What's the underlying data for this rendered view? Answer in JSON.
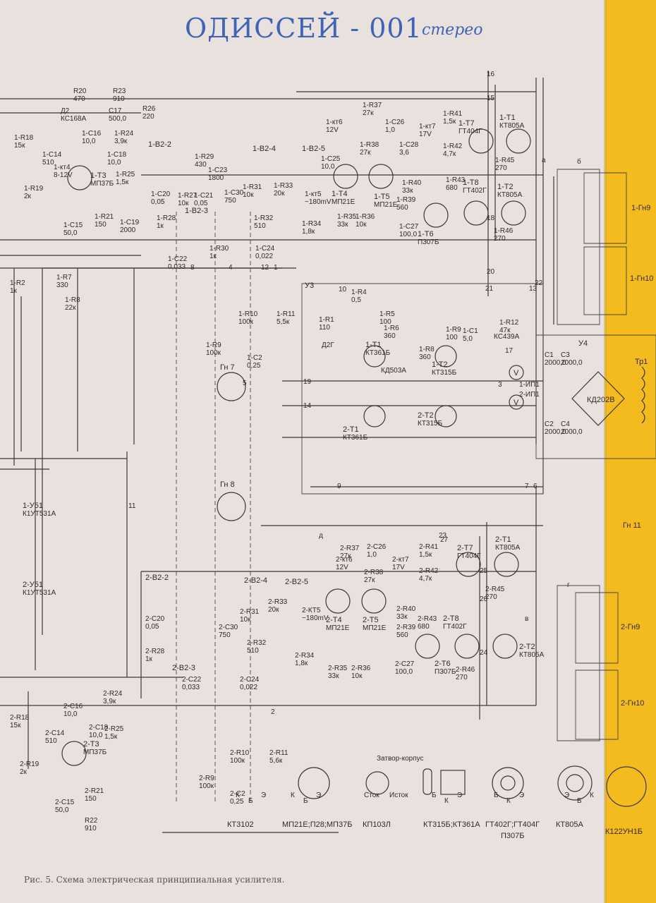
{
  "title": {
    "handwritten": "ОДИССЕЙ - 001",
    "subtitle": "стерео"
  },
  "caption": "Рис. 5. Схема электрическая принципиальная усилителя.",
  "colors": {
    "paper": "#e9e1de",
    "ink": "#3d3737",
    "handwriting": "#3f63b8",
    "edge_strip": "#f4bb1e",
    "frame_blue": "#2c4fa8"
  },
  "nodes": [
    {
      "id": "upper-power-transistor-t1",
      "kind": "transistor",
      "label": "1-Т1",
      "sub": "КТ805А"
    },
    {
      "id": "upper-transistor-t7",
      "kind": "transistor",
      "label": "1-Т7",
      "sub": "ГТ404Г"
    },
    {
      "id": "upper-transistor-t8",
      "kind": "transistor",
      "label": "1-Т8",
      "sub": "ГТ402Г"
    },
    {
      "id": "upper-power-transistor-t2",
      "kind": "transistor",
      "label": "1-Т2",
      "sub": "КТ805А"
    },
    {
      "id": "upper-transistor-t6",
      "kind": "transistor",
      "label": "1-Т6",
      "sub": "П307Б"
    },
    {
      "id": "upper-transistor-t4",
      "kind": "transistor",
      "label": "1-Т4",
      "sub": "МП21Е"
    },
    {
      "id": "upper-transistor-t5",
      "kind": "transistor",
      "label": "1-Т5",
      "sub": "МП21Е"
    },
    {
      "id": "upper-transistor-t3",
      "kind": "transistor",
      "label": "1-Т3",
      "sub": "МП37Б"
    },
    {
      "id": "lower-power-transistor-t1",
      "kind": "transistor",
      "label": "2-Т1",
      "sub": "КТ805А"
    },
    {
      "id": "lower-transistor-t7",
      "kind": "transistor",
      "label": "2-Т7",
      "sub": "ГТ404Г"
    },
    {
      "id": "lower-transistor-t8",
      "kind": "transistor",
      "label": "2-Т8",
      "sub": "ГТ402Г"
    },
    {
      "id": "lower-power-transistor-t2",
      "kind": "transistor",
      "label": "2-Т2",
      "sub": "КТ805А"
    },
    {
      "id": "lower-transistor-t6",
      "kind": "transistor",
      "label": "2-Т6",
      "sub": "П307Б"
    },
    {
      "id": "lower-transistor-t4",
      "kind": "transistor",
      "label": "2-Т4",
      "sub": "МП21Е"
    },
    {
      "id": "lower-transistor-t5",
      "kind": "transistor",
      "label": "2-Т5",
      "sub": "МП21Е"
    },
    {
      "id": "lower-transistor-t3",
      "kind": "transistor",
      "label": "2-Т3",
      "sub": "МП37Б"
    },
    {
      "id": "u3-t1",
      "kind": "transistor",
      "label": "1-Т1",
      "sub": "КТ361Б"
    },
    {
      "id": "u3-t2",
      "kind": "transistor",
      "label": "1-Т2",
      "sub": "КТ315Б"
    },
    {
      "id": "u3-2t1",
      "kind": "transistor",
      "label": "2-Т1",
      "sub": "КТ361Б"
    },
    {
      "id": "u3-2t2",
      "kind": "transistor",
      "label": "2-Т2",
      "sub": "КТ315Б"
    },
    {
      "id": "jack-1-gn9",
      "kind": "connector",
      "label": "1-Гн9"
    },
    {
      "id": "jack-1-gn10",
      "kind": "connector",
      "label": "1-Гн10"
    },
    {
      "id": "jack-2-gn9",
      "kind": "connector",
      "label": "2-Гн9"
    },
    {
      "id": "jack-2-gn10",
      "kind": "connector",
      "label": "2-Гн10"
    },
    {
      "id": "jack-gn11",
      "kind": "connector",
      "label": "Гн 11"
    },
    {
      "id": "din-gn7",
      "kind": "connector",
      "label": "Гн 7"
    },
    {
      "id": "din-gn8",
      "kind": "connector",
      "label": "Гн 8"
    },
    {
      "id": "u3-block",
      "kind": "block",
      "label": "У3"
    },
    {
      "id": "u4-block",
      "kind": "block",
      "label": "У4"
    },
    {
      "id": "transformer-tr1",
      "kind": "transformer",
      "label": "Тр1"
    },
    {
      "id": "rectifier-bridge",
      "kind": "diode",
      "label": "КД202В"
    },
    {
      "id": "ic-k1ut531a-1",
      "kind": "ic",
      "label": "1-У51",
      "sub": "К1УТ531А"
    },
    {
      "id": "ic-k1ut531a-2",
      "kind": "ic",
      "label": "2-У51",
      "sub": "К1УТ531А"
    }
  ],
  "component_labels": [
    {
      "id": "r20",
      "ref": "R20",
      "value": "470"
    },
    {
      "id": "r23",
      "ref": "R23",
      "value": "910"
    },
    {
      "id": "r26",
      "ref": "R26",
      "value": "220"
    },
    {
      "id": "c17",
      "ref": "C17",
      "value": "500,0"
    },
    {
      "id": "d2",
      "ref": "Д2",
      "value": "КС168А"
    },
    {
      "id": "r37",
      "ref": "1-R37",
      "value": "27к"
    },
    {
      "id": "r38",
      "ref": "1-R38",
      "value": "27к"
    },
    {
      "id": "c26",
      "ref": "1-С26",
      "value": "1,0"
    },
    {
      "id": "c28",
      "ref": "1-С28",
      "value": "3,6"
    },
    {
      "id": "r41",
      "ref": "1-R41",
      "value": "1,5к"
    },
    {
      "id": "r42",
      "ref": "1-R42",
      "value": "4,7к"
    },
    {
      "id": "r43",
      "ref": "1-R43",
      "value": "680"
    },
    {
      "id": "r45",
      "ref": "1-R45",
      "value": "270"
    },
    {
      "id": "r46",
      "ref": "1-R46",
      "value": "270"
    },
    {
      "id": "r40",
      "ref": "1-R40",
      "value": "33к"
    },
    {
      "id": "r39",
      "ref": "1-R39",
      "value": "560"
    },
    {
      "id": "c27",
      "ref": "1-С27",
      "value": "100,0"
    },
    {
      "id": "c25",
      "ref": "1-С25",
      "value": "10,0"
    },
    {
      "id": "r35",
      "ref": "1-R35",
      "value": "33к"
    },
    {
      "id": "r36",
      "ref": "1-R36",
      "value": "10к"
    },
    {
      "id": "r34",
      "ref": "1-R34",
      "value": "1,8к"
    },
    {
      "id": "r32",
      "ref": "1-R32",
      "value": "510"
    },
    {
      "id": "r31",
      "ref": "1-R31",
      "value": "10к"
    },
    {
      "id": "r33",
      "ref": "1-R33",
      "value": "20к"
    },
    {
      "id": "r29",
      "ref": "1-R29",
      "value": "430"
    },
    {
      "id": "c23",
      "ref": "1-С23",
      "value": "1800"
    },
    {
      "id": "c30",
      "ref": "1-С30",
      "value": "750"
    },
    {
      "id": "c21",
      "ref": "1-С21",
      "value": "0,05"
    },
    {
      "id": "r27",
      "ref": "1-R27",
      "value": "10к"
    },
    {
      "id": "c20",
      "ref": "1-С20",
      "value": "0,05"
    },
    {
      "id": "r28",
      "ref": "1-R28",
      "value": "1к"
    },
    {
      "id": "c22",
      "ref": "1-С22",
      "value": "0,033"
    },
    {
      "id": "c24",
      "ref": "1-С24",
      "value": "0,022"
    },
    {
      "id": "r30",
      "ref": "1-R30",
      "value": "1к"
    },
    {
      "id": "r18",
      "ref": "1-R18",
      "value": "15к"
    },
    {
      "id": "r19",
      "ref": "1-R19",
      "value": "2к"
    },
    {
      "id": "r21",
      "ref": "1-R21",
      "value": "150"
    },
    {
      "id": "r24",
      "ref": "1-R24",
      "value": "3,9к"
    },
    {
      "id": "r25",
      "ref": "1-R25",
      "value": "1,5к"
    },
    {
      "id": "c14",
      "ref": "1-С14",
      "value": "510"
    },
    {
      "id": "c15",
      "ref": "1-С15",
      "value": "50,0"
    },
    {
      "id": "c16",
      "ref": "1-С16",
      "value": "10,0"
    },
    {
      "id": "c18",
      "ref": "1-С18",
      "value": "10,0"
    },
    {
      "id": "c19",
      "ref": "1-С19",
      "value": "2000"
    },
    {
      "id": "r2",
      "ref": "1-R2",
      "value": "1к"
    },
    {
      "id": "r7",
      "ref": "1-R7",
      "value": "330"
    },
    {
      "id": "r8",
      "ref": "1-R8",
      "value": "22к"
    },
    {
      "id": "r9",
      "ref": "1-R9",
      "value": "100к"
    },
    {
      "id": "r10",
      "ref": "1-R10",
      "value": "100к"
    },
    {
      "id": "r11",
      "ref": "1-R11",
      "value": "5,5к"
    },
    {
      "id": "c2",
      "ref": "1-С2",
      "value": "0,25"
    },
    {
      "id": "u3-r4",
      "ref": "1-R4",
      "value": "0,5"
    },
    {
      "id": "u3-r1",
      "ref": "1-R1",
      "value": "110"
    },
    {
      "id": "u3-r5",
      "ref": "1-R5",
      "value": "100"
    },
    {
      "id": "u3-r6",
      "ref": "1-R6",
      "value": "360"
    },
    {
      "id": "u3-r8",
      "ref": "1-R8",
      "value": "360"
    },
    {
      "id": "u3-r9",
      "ref": "1-R9",
      "value": "100"
    },
    {
      "id": "u3-r12",
      "ref": "1-R12",
      "value": "47к"
    },
    {
      "id": "u3-c1",
      "ref": "1-С1",
      "value": "5,0"
    },
    {
      "id": "u4-c1",
      "ref": "С1",
      "value": "2000,0"
    },
    {
      "id": "u4-c2",
      "ref": "С2",
      "value": "2000,0"
    },
    {
      "id": "u4-c3",
      "ref": "С3",
      "value": "2000,0"
    },
    {
      "id": "u4-c4",
      "ref": "С4",
      "value": "2000,0"
    },
    {
      "id": "lower-r22",
      "ref": "R22",
      "value": "910"
    },
    {
      "id": "lower-r21",
      "ref": "2-R21",
      "value": "150"
    },
    {
      "id": "lower-c15",
      "ref": "2-С15",
      "value": "50,0"
    },
    {
      "id": "lower-r19",
      "ref": "2-R19",
      "value": "2к"
    },
    {
      "id": "lower-r24",
      "ref": "2-R24",
      "value": "3,9к"
    },
    {
      "id": "lower-r11",
      "ref": "2-R11",
      "value": "5,6к"
    },
    {
      "id": "lower-r10",
      "ref": "2-R10",
      "value": "100к"
    },
    {
      "id": "lower-r9",
      "ref": "2-R9",
      "value": "100к"
    },
    {
      "id": "lower-c2",
      "ref": "2-С2",
      "value": "0,25"
    },
    {
      "id": "lower-r35",
      "ref": "2-R35",
      "value": "33к"
    },
    {
      "id": "lower-r36",
      "ref": "2-R36",
      "value": "10к"
    },
    {
      "id": "lower-r34",
      "ref": "2-R34",
      "value": "1,8к"
    },
    {
      "id": "lower-r39",
      "ref": "2-R39",
      "value": "560"
    },
    {
      "id": "lower-r40",
      "ref": "2-R40",
      "value": "33к"
    },
    {
      "id": "lower-c27",
      "ref": "2-С27",
      "value": "100,0"
    },
    {
      "id": "lower-r45",
      "ref": "2-R45",
      "value": "270"
    },
    {
      "id": "lower-r46",
      "ref": "2-R46",
      "value": "270"
    },
    {
      "id": "lower-r43",
      "ref": "2-R43",
      "value": "680"
    },
    {
      "id": "lower-r41",
      "ref": "2-R41",
      "value": "1,5к"
    },
    {
      "id": "lower-r42",
      "ref": "2-R42",
      "value": "4,7к"
    },
    {
      "id": "lower-r37",
      "ref": "2-R37",
      "value": "27к"
    },
    {
      "id": "lower-r38",
      "ref": "2-R38",
      "value": "27к"
    },
    {
      "id": "lower-c26",
      "ref": "2-С26",
      "value": "1,0"
    },
    {
      "id": "lower-r31",
      "ref": "2-R31",
      "value": "10к"
    },
    {
      "id": "lower-r32",
      "ref": "2-R32",
      "value": "510"
    },
    {
      "id": "lower-r33",
      "ref": "2-R33",
      "value": "20к"
    },
    {
      "id": "lower-c30",
      "ref": "2-С30",
      "value": "750"
    },
    {
      "id": "lower-c20",
      "ref": "2-С20",
      "value": "0,05"
    },
    {
      "id": "lower-r28",
      "ref": "2-R28",
      "value": "1к"
    },
    {
      "id": "lower-c24",
      "ref": "2-С24",
      "value": "0,022"
    },
    {
      "id": "lower-c22",
      "ref": "2-С22",
      "value": "0,033"
    },
    {
      "id": "lower-r18",
      "ref": "2-R18",
      "value": "15к"
    },
    {
      "id": "lower-c16",
      "ref": "2-С16",
      "value": "10,0"
    },
    {
      "id": "lower-c18",
      "ref": "2-С18",
      "value": "10,0"
    },
    {
      "id": "lower-r25",
      "ref": "2-R25",
      "value": "1,5к"
    },
    {
      "id": "lower-c14",
      "ref": "2-С14",
      "value": "510"
    }
  ],
  "voltage_labels": [
    {
      "id": "kt6-up",
      "ref": "1-кт6",
      "value": "12V"
    },
    {
      "id": "kt7-up",
      "ref": "1-кт7",
      "value": "17V"
    },
    {
      "id": "kt5-up",
      "ref": "1-кт5",
      "value": "~180mV"
    },
    {
      "id": "kt4-up",
      "ref": "1-кт4",
      "value": "8-12V"
    },
    {
      "id": "kt6-lo",
      "ref": "2-кт6",
      "value": "12V"
    },
    {
      "id": "kt7-lo",
      "ref": "2-кт7",
      "value": "17V"
    },
    {
      "id": "kt5-lo",
      "ref": "2-КТ5",
      "value": "~180mV"
    }
  ],
  "block_labels": [
    {
      "id": "b2-2-up",
      "text": "1-В2-2"
    },
    {
      "id": "b2-4-up",
      "text": "1-В2-4"
    },
    {
      "id": "b2-5-up",
      "text": "1-В2-5"
    },
    {
      "id": "b2-3-up",
      "text": "1-В2-3"
    },
    {
      "id": "b2-2-lo",
      "text": "2-В2-2"
    },
    {
      "id": "b2-4-lo",
      "text": "2-В2-4"
    },
    {
      "id": "b2-5-lo",
      "text": "2-В2-5"
    },
    {
      "id": "b2-3-lo",
      "text": "2-В2-3"
    }
  ],
  "pin_numbers": [
    "16",
    "15",
    "a",
    "б",
    "в",
    "г",
    "д",
    "19",
    "14",
    "20",
    "18",
    "9",
    "10",
    "12",
    "3",
    "5",
    "6",
    "7",
    "1",
    "2",
    "4",
    "8",
    "11",
    "13",
    "17",
    "21",
    "22",
    "23",
    "24",
    "25",
    "26",
    "27"
  ],
  "packages": [
    {
      "id": "pkg-kt3102",
      "label": "КТ3102",
      "pins": [
        "К",
        "Б",
        "Э"
      ]
    },
    {
      "id": "pkg-mp21",
      "label": "МП21Е;П28;МП37Б",
      "pins": [
        "К",
        "Б",
        "Э"
      ]
    },
    {
      "id": "pkg-kp103l",
      "label": "КП103Л",
      "pins": [
        "Сток",
        "Затвор-корпус",
        "Исток"
      ]
    },
    {
      "id": "pkg-kt315",
      "label": "КТ315Б;КТ361А",
      "pins": [
        "Б",
        "К",
        "Э"
      ]
    },
    {
      "id": "pkg-gt402",
      "label": "ГТ402Г;ГТ404Г",
      "sub": "П307Б",
      "pins": [
        "Б",
        "К",
        "Э"
      ]
    },
    {
      "id": "pkg-kt805",
      "label": "КТ805А",
      "pins": [
        "Э",
        "Б",
        "К"
      ]
    },
    {
      "id": "pkg-k122un1b",
      "label": "К122УН1Б",
      "pins": []
    }
  ],
  "u3_diodes": [
    "Д2Г",
    "КД503А",
    "КС439А"
  ],
  "meters": [
    "V",
    "V"
  ],
  "other_labels": [
    "1-ИП1",
    "2-ИП1"
  ]
}
